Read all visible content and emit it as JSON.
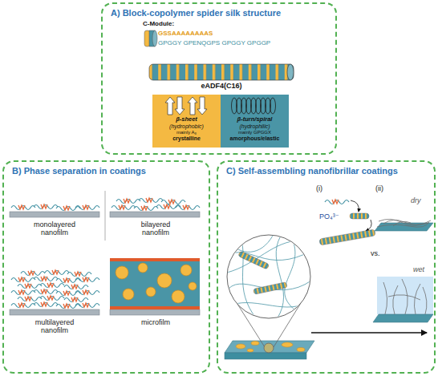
{
  "diagram": {
    "nodes": [
      {
        "text": [
          "A) Block-copolymer spider silk structure"
        ]
      },
      {
        "text": [
          "β-sheet",
          "(hydrophobic)",
          "mainly A₈",
          "crystalline"
        ],
        "in": 0
      },
      {
        "text": [
          "β-turn/spiral",
          "(hydrophilic)",
          "mainly GPGGX",
          "amorphous/elastic"
        ],
        "in": 0
      },
      {
        "text": [
          "B) Phase separation in coatings"
        ]
      },
      {
        "text": [
          "C) Self-assembling nanofibrillar coatings"
        ]
      }
    ],
    "labels": [
      "C-Module:",
      "GSSAAAAAAAAS",
      "GPGGY GPENQGPS GPGGY GPGGP",
      "eADF4(C16)",
      "monolayered nanofilm",
      "bilayered nanofilm",
      "multilayered nanofilm",
      "microfilm",
      "(i)",
      "PO₄³⁻",
      "(ii)",
      "dry",
      "vs.",
      "wet"
    ]
  }
}
